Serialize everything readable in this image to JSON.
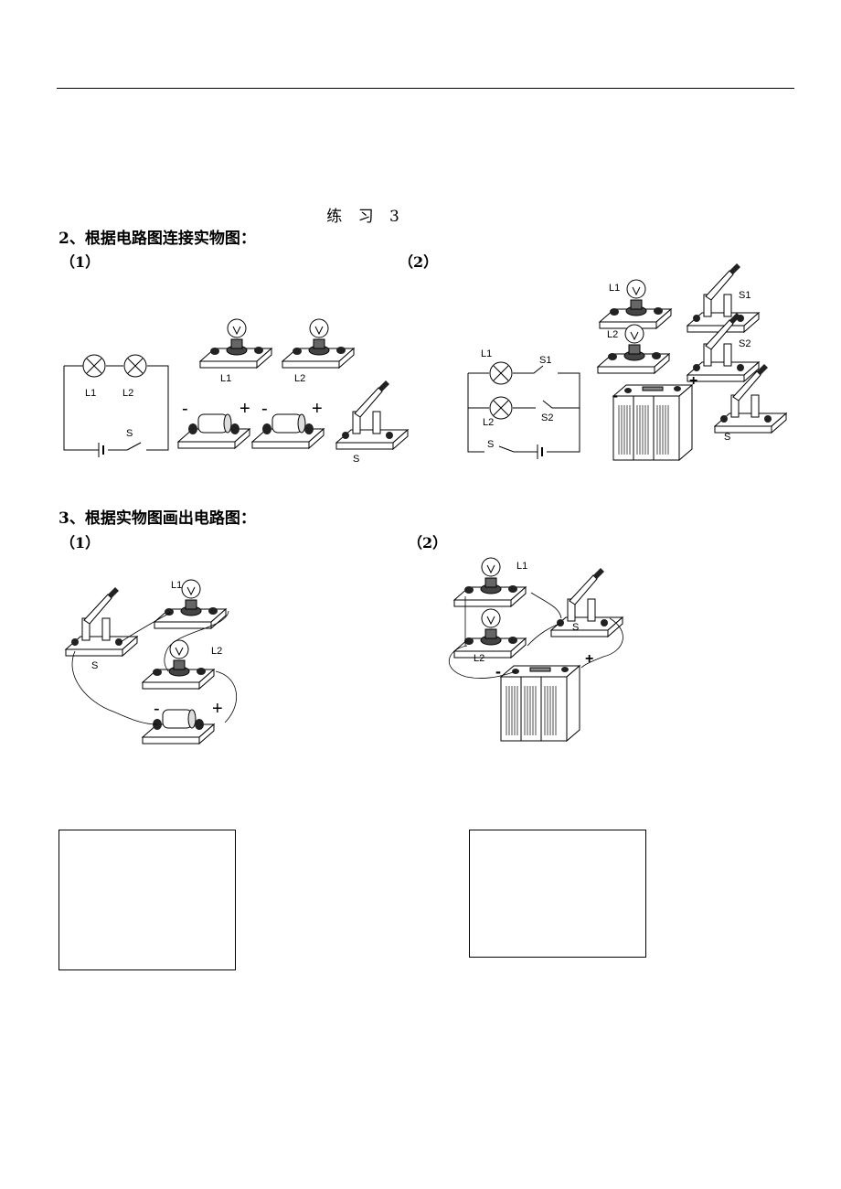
{
  "page": {
    "title": "练 习 3",
    "q2": {
      "heading": "2、根据电路图连接实物图：",
      "part1": "（1）",
      "part2": "（2）"
    },
    "q3": {
      "heading": "3、根据实物图画出电路图：",
      "part1": "（1）",
      "part2": "（2）"
    }
  },
  "labels": {
    "L1": "L1",
    "L2": "L2",
    "S": "S",
    "S1": "S1",
    "S2": "S2",
    "plus": "+",
    "minus": "-"
  }
}
